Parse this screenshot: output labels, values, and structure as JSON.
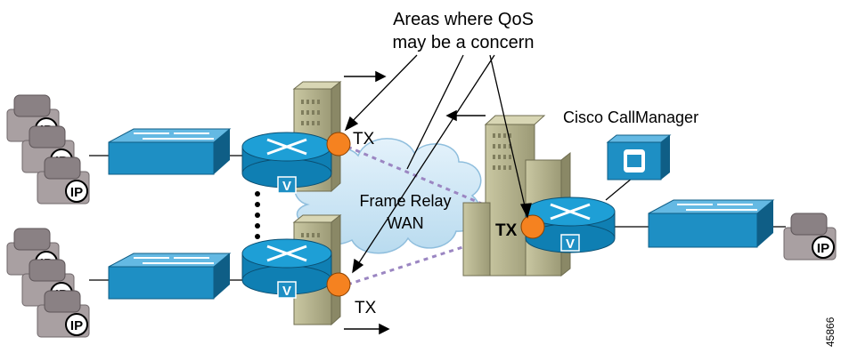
{
  "annotation": {
    "line1": "Areas where QoS",
    "line2": "may be a concern"
  },
  "cloud": {
    "line1": "Frame Relay",
    "line2": "WAN"
  },
  "callmanager": {
    "label": "Cisco CallManager"
  },
  "tx_labels": {
    "top": "TX",
    "bottom": "TX",
    "hub": "TX"
  },
  "phone_badge": "IP",
  "router_badge": "V",
  "figure_id": "45866",
  "colors": {
    "device_blue": "#1e8fc4",
    "device_dark": "#0f5e86",
    "building": "#b6b48f",
    "building_dark": "#8a8866",
    "phone": "#a9a0a2",
    "cloud": "#c9e4f4",
    "qos_marker": "#f58220",
    "link": "#9b86c2"
  }
}
